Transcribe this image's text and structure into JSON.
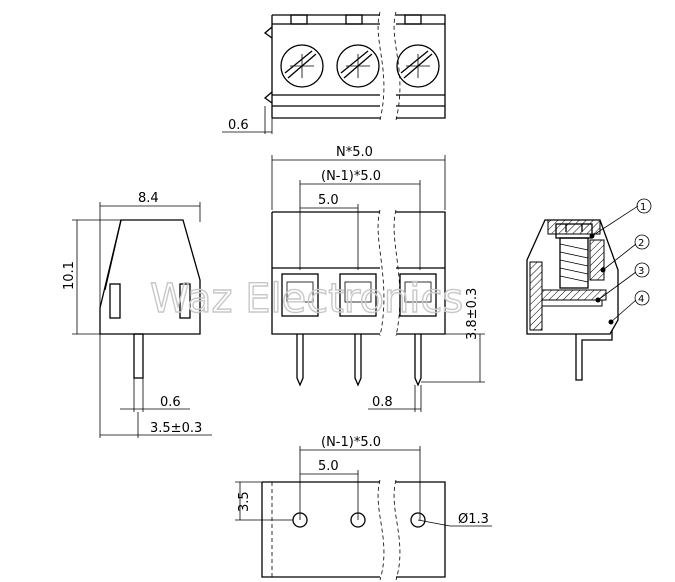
{
  "dimensions": {
    "top_offset": "0.6",
    "pitch_total": "N*5.0",
    "pitch_minus_one": "(N-1)*5.0",
    "pitch": "5.0",
    "side_width": "8.4",
    "side_height": "10.1",
    "pin_width": "0.6",
    "pin_offset": "3.5±0.3",
    "pin_length": "3.8±0.3",
    "pin_thickness": "0.8",
    "bottom_pitch_minus_one": "(N-1)*5.0",
    "bottom_pitch": "5.0",
    "hole_offset": "3.5",
    "hole_diameter": "Ø1.3"
  },
  "callouts": [
    "1",
    "2",
    "3",
    "4"
  ],
  "watermark": "Waz Electronics"
}
